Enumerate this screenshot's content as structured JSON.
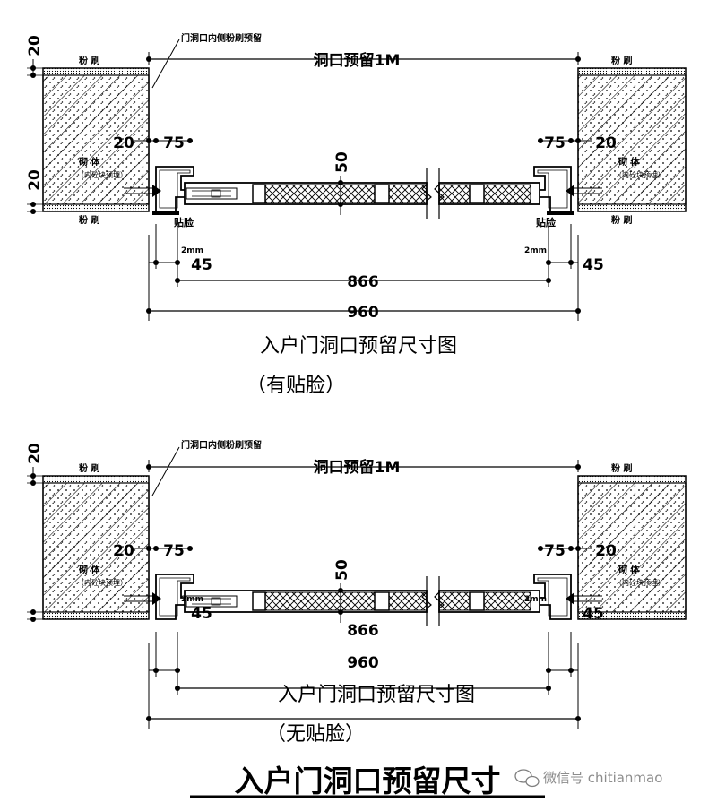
{
  "diagrams": [
    {
      "note": "门洞口内侧粉刷预留",
      "opening_label": "洞口预留1M",
      "plaster_left_top": "粉  刷",
      "plaster_left_bottom": "粉  刷",
      "plaster_right_top": "粉  刷",
      "plaster_right_bottom": "粉  刷",
      "masonry_line1": "砌  体",
      "masonry_line2": "（内砼块预埋）",
      "facing_left": "贴脸",
      "facing_right": "贴脸",
      "dim_wall_plaster": "20",
      "dim_gap": "20",
      "dim_frame": "75",
      "dim_leaf": "50",
      "dim_clearance": "2mm",
      "dim_side": "45",
      "dim_inner": "866",
      "dim_total": "960",
      "caption": "入户门洞口预留尺寸图",
      "subcaption": "（有贴脸）"
    },
    {
      "note": "门洞口内侧粉刷预留",
      "opening_label": "洞口预留1M",
      "plaster_left_top": "粉  刷",
      "plaster_right_top": "粉  刷",
      "masonry_line1": "砌  体",
      "masonry_line2": "（内砼块预埋）",
      "dim_wall_plaster": "20",
      "dim_gap": "20",
      "dim_frame": "75",
      "dim_leaf": "50",
      "dim_clearance": "2mm",
      "dim_side": "45",
      "dim_inner": "866",
      "dim_total": "960",
      "caption": "入户门洞口预留尺寸图",
      "subcaption": "（无贴脸）"
    }
  ],
  "title": "入户门洞口预留尺寸",
  "watermark": "微信号 chitianmao"
}
